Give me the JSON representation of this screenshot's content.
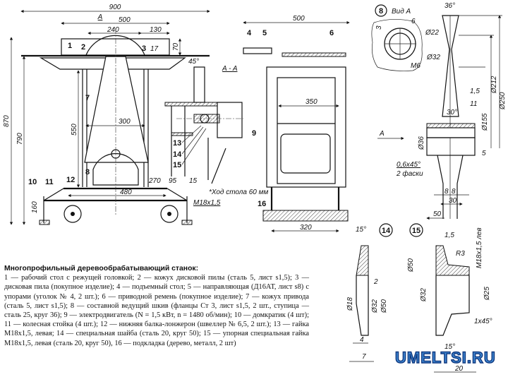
{
  "caption": {
    "title": "Многопрофильный деревообрабатывающий станок:",
    "body": "1 — рабочий стол с режущей головкой; 2 — кожух дисковой пилы (сталь 5, лист s1,5); 3 — дисковая пила (покупное изделие); 4 — подъемный стол; 5 — направляющая (Д16АТ, лист s8) с упорами (уголок № 4, 2 шт.); 6 — приводной ремень (покупное изделие); 7 — кожух привода (сталь 5, лист s1,5); 8 — составной ведущий шкив (фланцы Ст 3, лист s1,5, 2 шт., ступица — сталь 25, круг 36); 9 — электродвигатель (N = 1,5 кВт, n = 1480 об/мин); 10 — домкратик (4 шт); 11 — колесная стойка (4 шт.); 12 — нижняя балка-лонжерон (швеллер № 6,5, 2 шт.); 13 — гайка М18х1,5, левая; 14 — специальная шайба (сталь 20, круг 50); 15 — упорная специальная гайка М18х1,5, левая (сталь 20, круг 50), 16 — подкладка (дерево, металл, 2 шт)"
  },
  "front_view": {
    "dims": {
      "d900": "900",
      "d500": "500",
      "d240": "240",
      "d130": "130",
      "d70": "70",
      "d17": "17",
      "d870": "870",
      "d790": "790",
      "d550": "550",
      "d300": "300",
      "d480": "480",
      "d160": "160",
      "d270": "270",
      "d95": "95",
      "d15": "15",
      "m18": "M18x1,5"
    },
    "view_arrow": "A",
    "parts": [
      "1",
      "2",
      "3",
      "7",
      "8",
      "10",
      "11",
      "12"
    ]
  },
  "section_aa": {
    "title": "A - A",
    "angle": "45°",
    "parts": [
      "13",
      "14",
      "15"
    ],
    "note": "*Ход стола 60 мм"
  },
  "side_view": {
    "dims": {
      "d500": "500",
      "d350": "350",
      "d320": "320"
    },
    "parts": [
      "4",
      "5",
      "6",
      "9",
      "16"
    ]
  },
  "pulley_detail": {
    "number": "8",
    "view_label": "Вид А",
    "view_dims": {
      "d22": "Ø22",
      "d32": "Ø32",
      "d6": "6",
      "d3": "3",
      "m6": "M6"
    },
    "dims": {
      "a36": "36°",
      "d212": "Ø212",
      "d250": "Ø250",
      "d155": "Ø155",
      "s15": "1,5",
      "s11": "11",
      "a30": "30°",
      "d36": "Ø36",
      "s5": "5",
      "chamfer": "0,6x45°",
      "chamfer2": "2 фаски",
      "s8a": "8",
      "s8b": "8",
      "s30": "30",
      "s50": "50"
    },
    "arrow": "A"
  },
  "part14": {
    "number": "14",
    "dims": {
      "a15": "15°",
      "d18": "Ø18",
      "s2": "2",
      "d32": "Ø32",
      "d50": "Ø50",
      "s4": "4",
      "s7": "7"
    }
  },
  "part15": {
    "number": "15",
    "dims": {
      "s15": "1,5",
      "thread": "M18x1,5 лев",
      "r3": "R3",
      "d50": "Ø50",
      "d32": "Ø32",
      "d25": "Ø25",
      "ch": "1x45°",
      "a15": "15°",
      "s20": "20"
    }
  },
  "watermark": "UMELTSI.RU"
}
